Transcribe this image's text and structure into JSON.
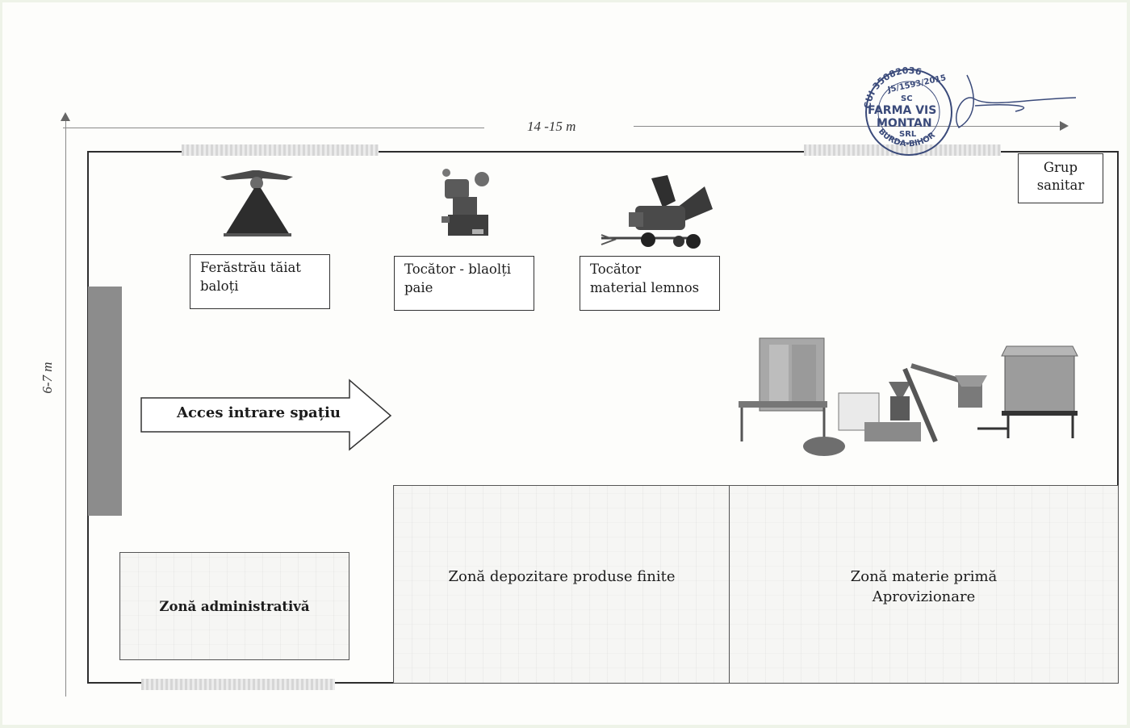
{
  "dimensions": {
    "width_label": "14 -15 m",
    "height_label": "6-7 m"
  },
  "equipment": [
    {
      "label_line1": "Ferăstrău tăiat",
      "label_line2": "baloți",
      "icon": "saw-machine-icon"
    },
    {
      "label_line1": "Tocător - blaolți",
      "label_line2": "paie",
      "icon": "straw-shredder-icon"
    },
    {
      "label_line1": "Tocător",
      "label_line2": "material lemnos",
      "icon": "wood-chipper-icon"
    }
  ],
  "grup_sanitar": {
    "line1": "Grup",
    "line2": "sanitar"
  },
  "access_arrow": {
    "label": "Acces intrare spațiu"
  },
  "production_line": {
    "icon": "processing-line-icon"
  },
  "zones": {
    "admin": {
      "label": "Zonă administrativă"
    },
    "finished": {
      "label": "Zonă depozitare produse finite"
    },
    "raw": {
      "line1": "Zonă materie primă",
      "line2": "Aprovizionare"
    }
  },
  "stamp": {
    "cui": "CUI 35082036",
    "reg": "J5/1593/2015",
    "sc": "SC",
    "name1": "FARMA VIS",
    "name2": "MONTAN",
    "srl": "SRL",
    "location": "BURDA-BIHOR"
  },
  "colors": {
    "entrance_bar": "#8c8c8c",
    "stamp_ink": "#3a4a7a",
    "outline": "#333333"
  }
}
